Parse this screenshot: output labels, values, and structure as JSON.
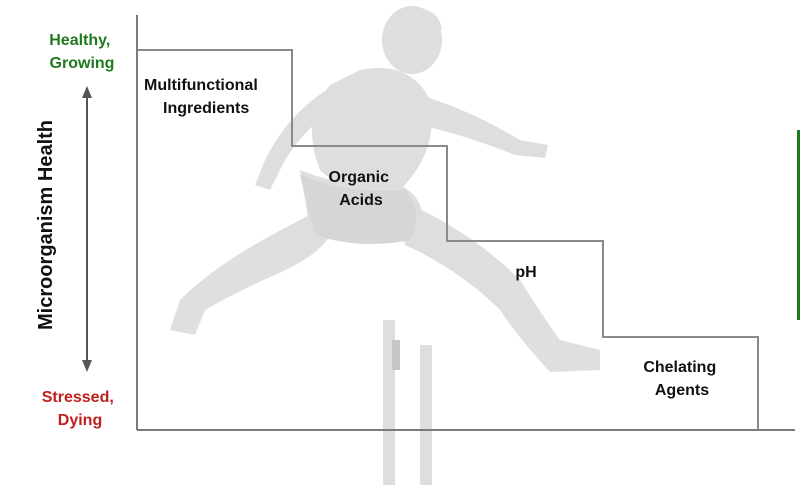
{
  "axis": {
    "title": "Microorganism Health",
    "top_label": [
      "Healthy,",
      "Growing"
    ],
    "bottom_label": [
      "Stressed,",
      "Dying"
    ],
    "top_color": "#1e7a1e",
    "bottom_color": "#c0201c"
  },
  "steps": [
    {
      "label": [
        "Multifunctional",
        "Ingredients"
      ]
    },
    {
      "label": [
        "Organic",
        "Acids"
      ]
    },
    {
      "label": [
        "pH"
      ]
    },
    {
      "label": [
        "Chelating",
        "Agents"
      ]
    }
  ],
  "colors": {
    "step_line": "#8a8a8a",
    "axis_line": "#7a7a7a",
    "silhouette": "#d6d6d6",
    "arrow": "#555555"
  },
  "background_image": "hurdler-silhouette"
}
